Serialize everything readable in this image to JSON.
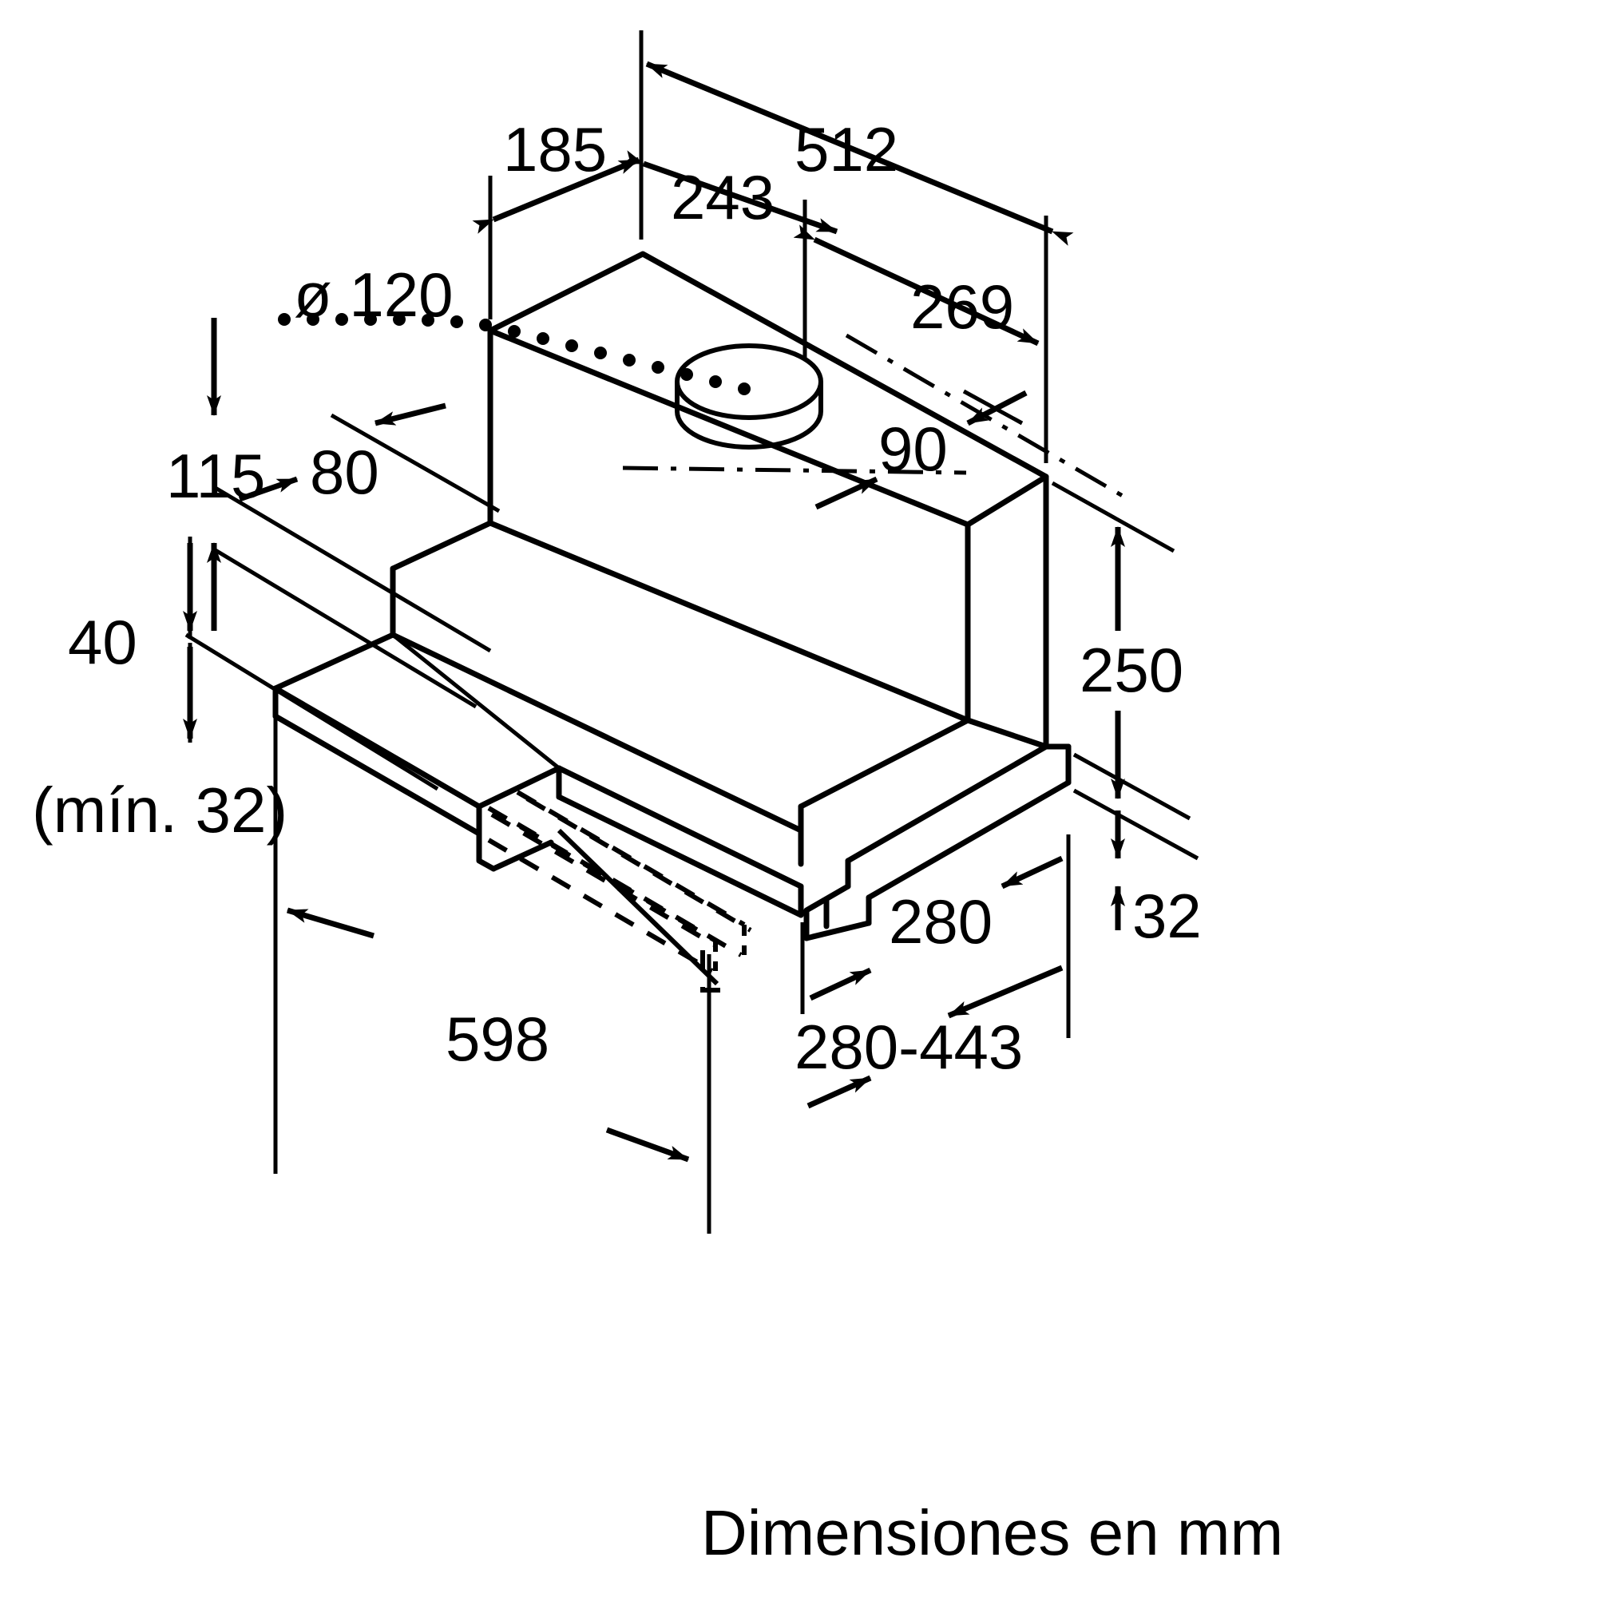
{
  "drawing": {
    "title": "Cooker hood dimension drawing",
    "caption": "Dimensiones en mm",
    "units": "mm",
    "projection": "isometric",
    "stroke_color": "#000000",
    "background_color": "#ffffff",
    "line_width_main": 7,
    "line_width_dim": 4.5
  },
  "dimensions": {
    "d_185": "185",
    "d_243": "243",
    "d_512": "512",
    "d_269": "269",
    "d_diameter_120": "ø 120",
    "d_90": "90",
    "d_115": "115",
    "d_80": "80",
    "d_40": "40",
    "d_min_32": "(mín. 32)",
    "d_250": "250",
    "d_32": "32",
    "d_280": "280",
    "d_598": "598",
    "d_280_443": "280-443"
  },
  "chart_data": {
    "type": "table",
    "title": "Dimensiones en mm",
    "categories": [
      "185",
      "243",
      "512",
      "269",
      "ø 120",
      "90",
      "115",
      "80",
      "40",
      "(mín. 32)",
      "250",
      "32",
      "280",
      "598",
      "280-443"
    ],
    "values": [
      185,
      243,
      512,
      269,
      120,
      90,
      115,
      80,
      40,
      32,
      250,
      32,
      280,
      598,
      443
    ],
    "xlabel": "",
    "ylabel": "mm"
  }
}
